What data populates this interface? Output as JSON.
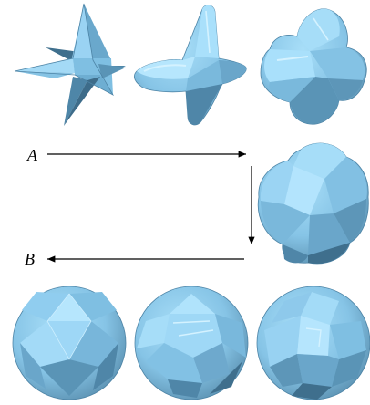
{
  "labels": {
    "start": "A",
    "end": "B"
  },
  "colors": {
    "face_light": "#9cd6f5",
    "face_mid": "#7fbfe2",
    "face_dark": "#5a94b6",
    "face_shadow": "#3f6f8d",
    "edge": "#4d84a6",
    "highlight": "#c6ecff",
    "arrow": "#000000"
  },
  "figure": {
    "panels": [
      {
        "name": "star-sharp"
      },
      {
        "name": "star-rounded"
      },
      {
        "name": "blob-lobed"
      },
      {
        "name": "blob-clustered"
      },
      {
        "name": "sphere-clustered"
      },
      {
        "name": "sphere-partial"
      },
      {
        "name": "sphere-icosahedral"
      }
    ]
  }
}
